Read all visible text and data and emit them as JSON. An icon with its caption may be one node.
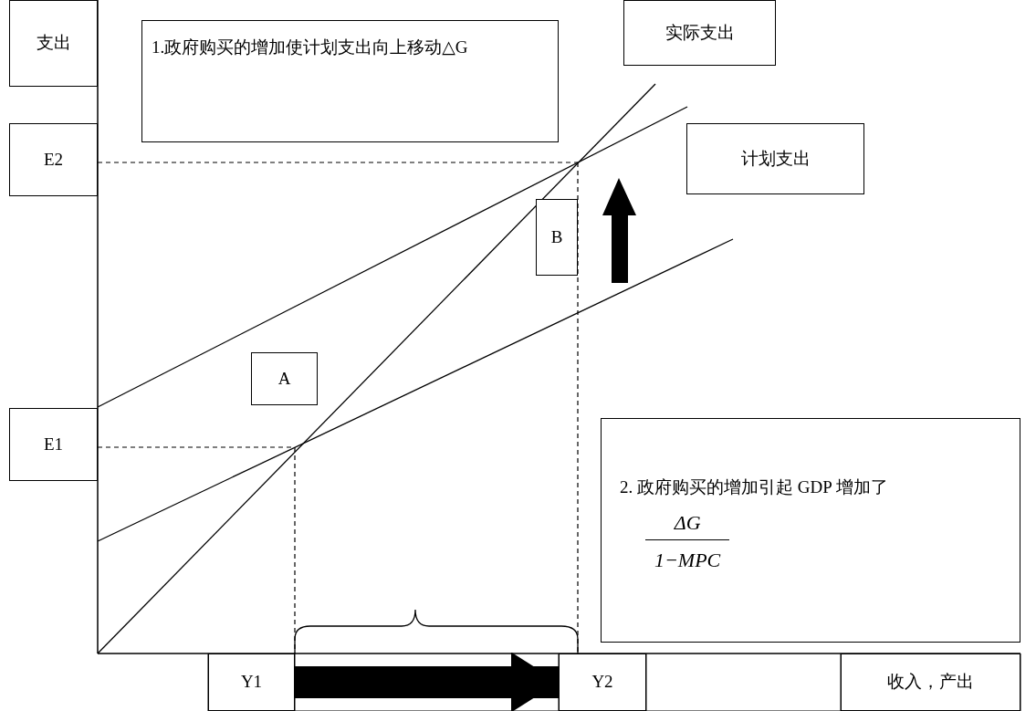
{
  "diagram": {
    "nodes": [
      {
        "text": [
          "支出"
        ]
      },
      {
        "text": [
          "1.政府购买的增加使计划支出向上移动△G"
        ]
      },
      {
        "text": [
          "实际支出"
        ]
      },
      {
        "text": [
          "E2"
        ]
      },
      {
        "text": [
          "计划支出"
        ]
      },
      {
        "text": [
          "B"
        ]
      },
      {
        "text": [
          "A"
        ]
      },
      {
        "text": [
          "E1"
        ]
      },
      {
        "text": [
          "2. 政府购买的增加引起 GDP 增加了",
          "ΔG",
          "1−MPC"
        ]
      },
      {
        "text": [
          "Y1"
        ]
      },
      {
        "text": [
          "Y2"
        ]
      },
      {
        "text": [
          "收入，产出"
        ]
      }
    ],
    "edges": [
      {
        "from": 9,
        "to": 10,
        "arrow": "to"
      }
    ]
  }
}
